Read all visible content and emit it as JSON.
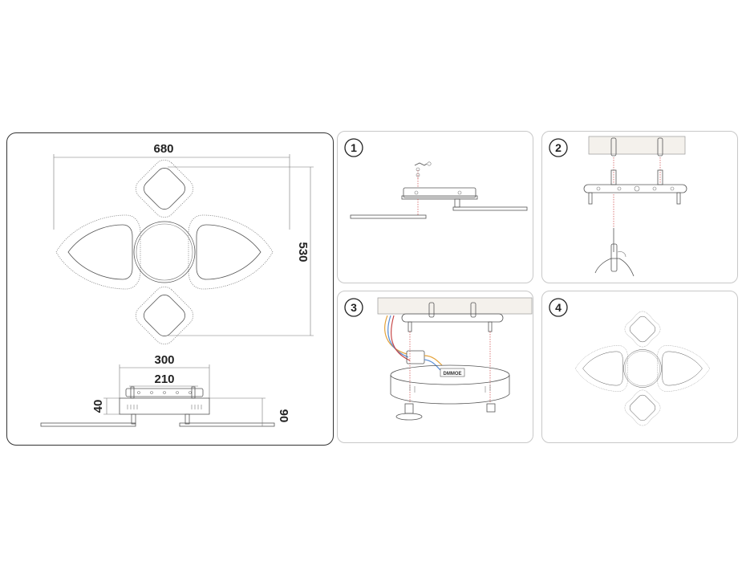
{
  "dimensions": {
    "width": "680",
    "depth": "530",
    "canopy_length": "300",
    "mount_spacing": "210",
    "canopy_height": "40",
    "total_height": "90"
  },
  "steps": [
    {
      "number": "1"
    },
    {
      "number": "2"
    },
    {
      "number": "3"
    },
    {
      "number": "4"
    }
  ],
  "brand_label": "DMMOE"
}
